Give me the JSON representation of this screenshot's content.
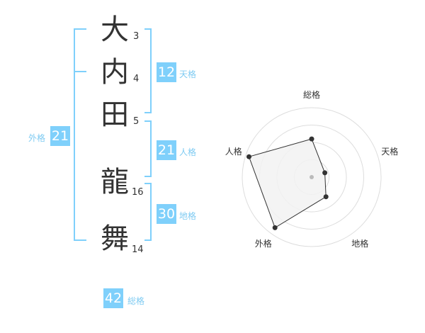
{
  "name": {
    "characters": [
      {
        "char": "大",
        "strokes": "3"
      },
      {
        "char": "内",
        "strokes": "4"
      },
      {
        "char": "田",
        "strokes": "5"
      },
      {
        "char": "龍",
        "strokes": "16"
      },
      {
        "char": "舞",
        "strokes": "14"
      }
    ]
  },
  "kakusu": {
    "tenkaku": {
      "label": "天格",
      "value": "12"
    },
    "jinkaku": {
      "label": "人格",
      "value": "21"
    },
    "chikaku": {
      "label": "地格",
      "value": "30"
    },
    "gaikaku": {
      "label": "外格",
      "value": "21"
    },
    "soukaku": {
      "label": "総格",
      "value": "42"
    }
  },
  "colors": {
    "accent": "#7fd0fb",
    "label": "#7fcbf2",
    "text": "#333333",
    "radar_fill": "#f2f2f2"
  },
  "chart_data": {
    "type": "radar",
    "axes": [
      "総格",
      "天格",
      "地格",
      "外格",
      "人格"
    ],
    "values": [
      0.55,
      0.2,
      0.35,
      0.9,
      0.95
    ],
    "range": [
      0,
      1
    ],
    "rings": 4
  }
}
